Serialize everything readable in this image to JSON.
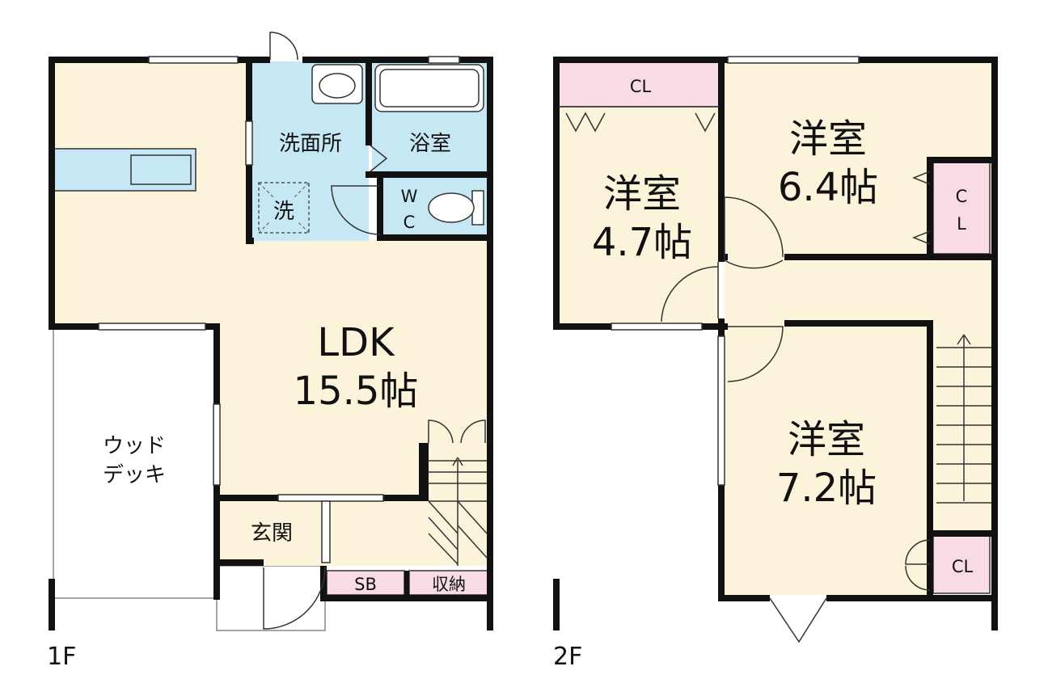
{
  "floor1": {
    "label": "1F",
    "rooms": {
      "ldk_name": "LDK",
      "ldk_size": "15.5帖",
      "washroom": "洗面所",
      "bath": "浴室",
      "washer": "洗",
      "wc_w": "W",
      "wc_c": "C",
      "deck_line1": "ウッド",
      "deck_line2": "デッキ",
      "entrance": "玄関",
      "sb": "SB",
      "storage": "収納"
    }
  },
  "floor2": {
    "label": "2F",
    "rooms": {
      "room_a_name": "洋室",
      "room_a_size": "4.7帖",
      "room_b_name": "洋室",
      "room_b_size": "6.4帖",
      "room_c_name": "洋室",
      "room_c_size": "7.2帖",
      "cl_top": "CL",
      "cl_right_c": "C",
      "cl_right_l": "L",
      "cl_bottom": "CL"
    }
  },
  "colors": {
    "floor": "#fbf3da",
    "wet": "#c6e8f5",
    "closet": "#f9dbe6",
    "wall": "#111111"
  }
}
